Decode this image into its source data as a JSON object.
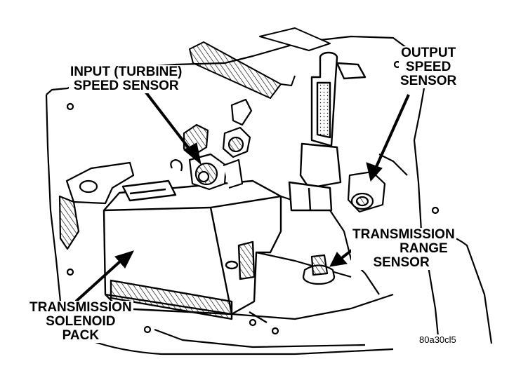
{
  "labels": {
    "input_speed_sensor": {
      "line1": "INPUT (TURBINE)",
      "line2": "SPEED SENSOR"
    },
    "output_speed_sensor": {
      "line1": "OUTPUT",
      "line2": "SPEED",
      "line3": "SENSOR"
    },
    "transmission_range_sensor": {
      "line1": "TRANSMISSION",
      "line2": "RANGE",
      "line3": "SENSOR"
    },
    "solenoid_pack": {
      "line1": "TRANSMISSION",
      "line2": "SOLENOID",
      "line3": "PACK"
    }
  },
  "figure_code": "80a30cl5"
}
